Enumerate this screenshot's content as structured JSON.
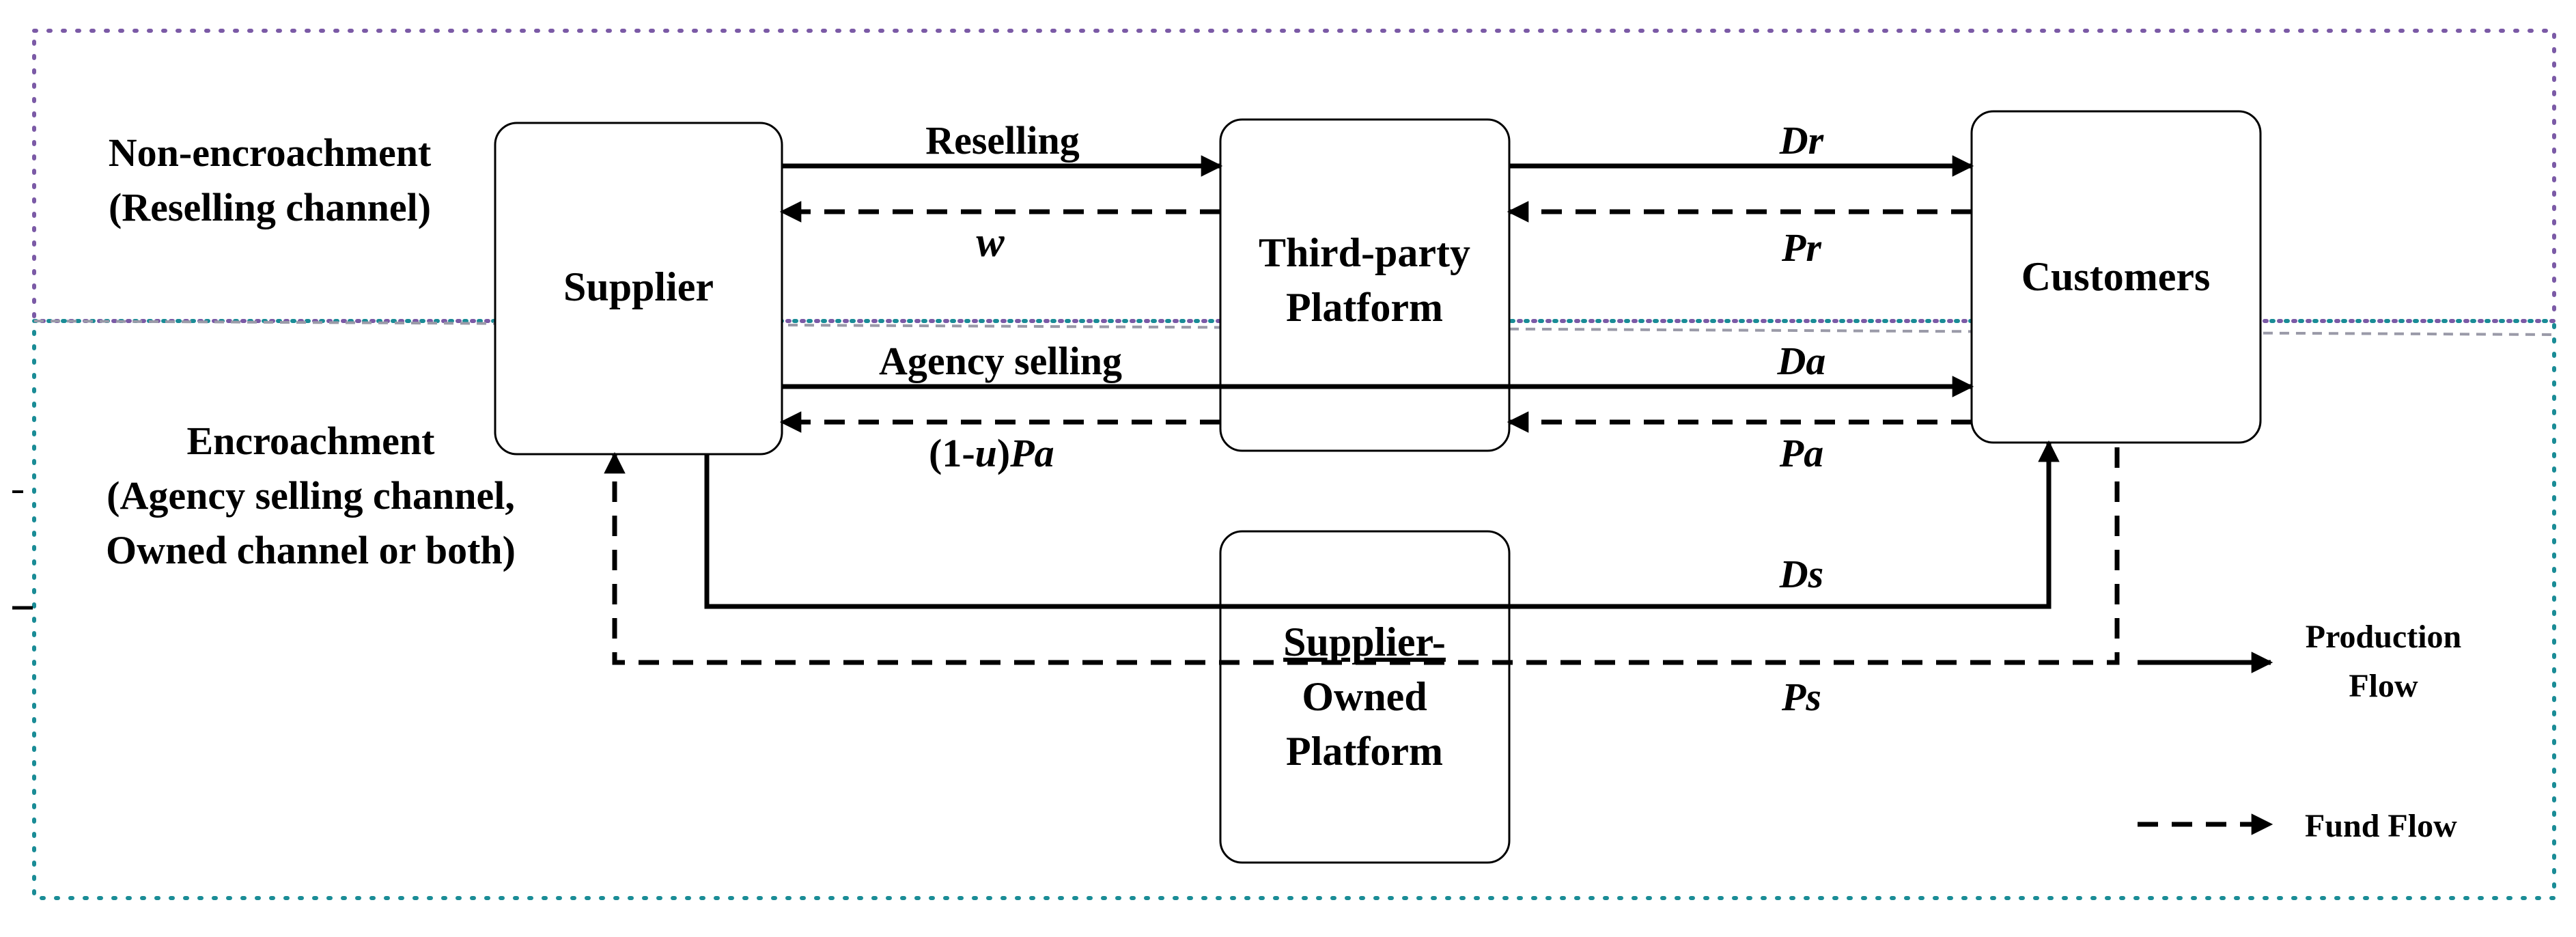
{
  "regions": {
    "upper": {
      "label_line1": "Non-encroachment",
      "label_line2": "(Reselling channel)"
    },
    "lower": {
      "label_line1": "Encroachment",
      "label_line2": "(Agency selling channel,",
      "label_line3": "Owned channel or both)"
    }
  },
  "nodes": {
    "supplier": "Supplier",
    "third_party_line1": "Third-party",
    "third_party_line2": "Platform",
    "customers": "Customers",
    "owned_line1": "Supplier-",
    "owned_line2": "Owned",
    "owned_line3": "Platform"
  },
  "flows": {
    "reselling": "Reselling",
    "w": "w",
    "dr": "Dr",
    "pr": "Pr",
    "agency_selling": "Agency selling",
    "one_minus_u_open": "(1-",
    "u": "u",
    "close_paren": ")",
    "pa_commission": "Pa",
    "da": "Da",
    "pa": "Pa",
    "ds": "Ds",
    "ps": "Ps"
  },
  "legend": {
    "production_line1": "Production",
    "production_line2": "Flow",
    "fund": "Fund Flow"
  },
  "colors": {
    "upper_border": "#7b5aa6",
    "lower_border": "#1a8c96",
    "stroke": "#000000"
  }
}
